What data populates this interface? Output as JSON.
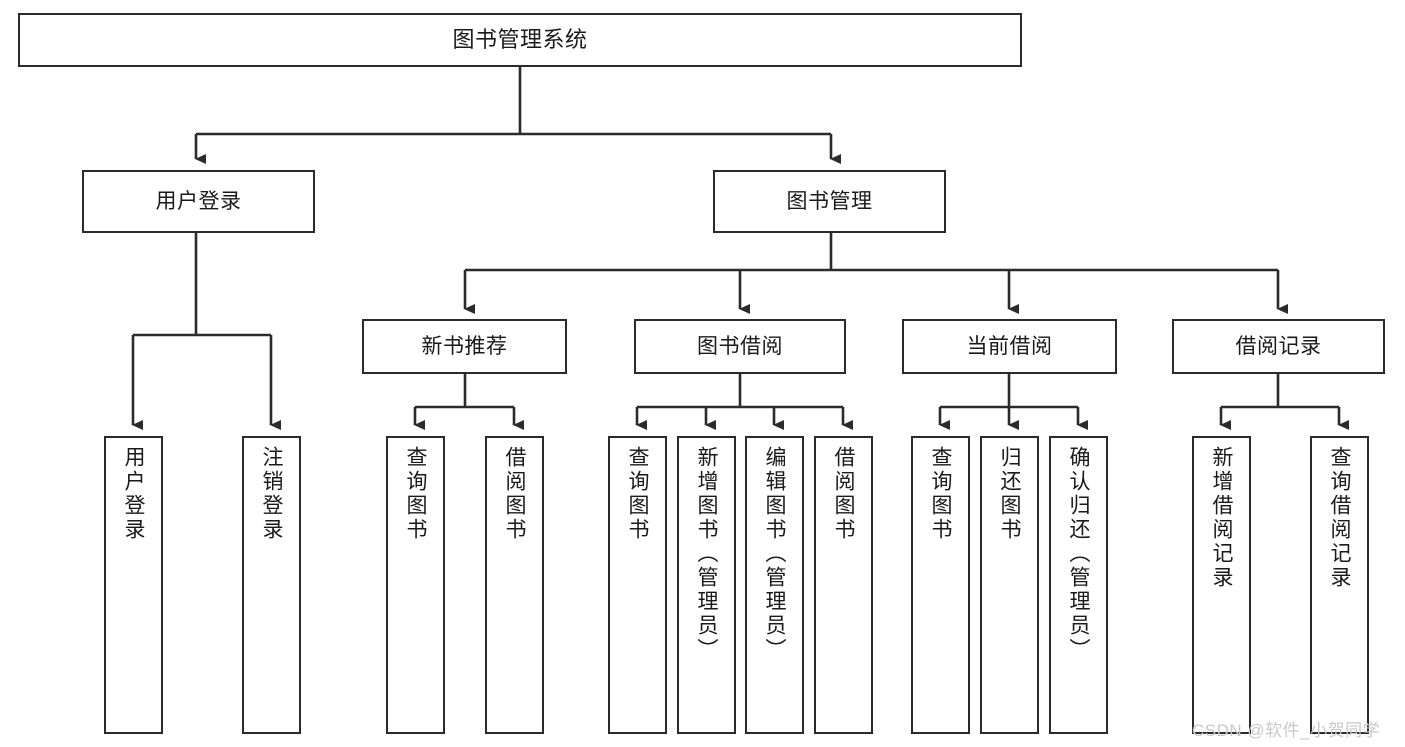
{
  "diagram": {
    "title": "图书管理系统",
    "type": "tree-hierarchy-diagram",
    "colors": {
      "box_border": "#2b2b2b",
      "box_fill": "#ffffff",
      "edge": "#2b2b2b",
      "text": "#1a1a1a",
      "watermark": "#c9c9c9"
    },
    "root": {
      "label": "图书管理系统"
    },
    "level2": [
      {
        "label": "用户登录"
      },
      {
        "label": "图书管理"
      }
    ],
    "level3": [
      {
        "label": "新书推荐"
      },
      {
        "label": "图书借阅"
      },
      {
        "label": "当前借阅"
      },
      {
        "label": "借阅记录"
      }
    ],
    "leaves": {
      "user_login": [
        {
          "label": "用户登录"
        },
        {
          "label": "注销登录"
        }
      ],
      "new_book_recommend": [
        {
          "label": "查询图书"
        },
        {
          "label": "借阅图书"
        }
      ],
      "book_borrow": [
        {
          "label": "查询图书"
        },
        {
          "label": "新增图书（管理员）"
        },
        {
          "label": "编辑图书（管理员）"
        },
        {
          "label": "借阅图书"
        }
      ],
      "current_borrow": [
        {
          "label": "查询图书"
        },
        {
          "label": "归还图书"
        },
        {
          "label": "确认归还（管理员）"
        }
      ],
      "borrow_record": [
        {
          "label": "新增借阅记录"
        },
        {
          "label": "查询借阅记录"
        }
      ]
    }
  },
  "watermark": {
    "text": "CSDN @软件_小贺同学"
  }
}
